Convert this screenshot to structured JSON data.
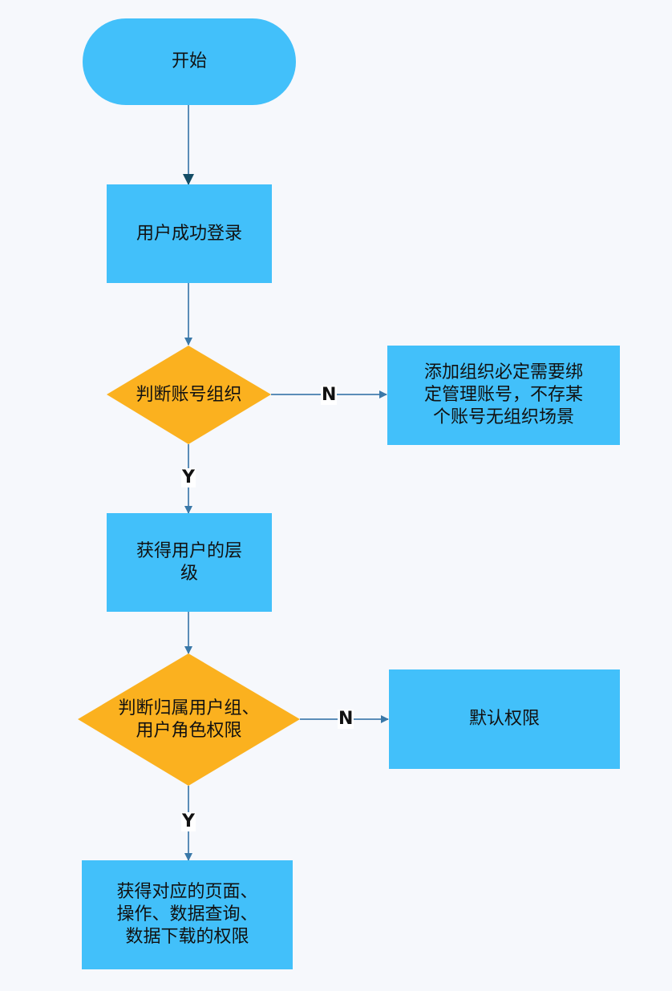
{
  "diagram": {
    "type": "flowchart",
    "colors": {
      "background": "#f6f8fc",
      "process_fill": "#42c0fa",
      "decision_fill": "#fbb11f",
      "connector": "#5b8db8",
      "start_arrow": "#144d66",
      "text": "#111111"
    },
    "nodes": {
      "start": {
        "shape": "terminator",
        "text": "开始"
      },
      "login": {
        "shape": "process",
        "text": "用户成功登录"
      },
      "check_org": {
        "shape": "decision",
        "text": "判断账号组织"
      },
      "org_note": {
        "shape": "process",
        "text": "添加组织必定需要绑\n定管理账号，不存某\n个账号无组织场景"
      },
      "get_level": {
        "shape": "process",
        "text": "获得用户的层\n级"
      },
      "check_group": {
        "shape": "decision",
        "text": "判断归属用户组、\n用户角色权限"
      },
      "default_perm": {
        "shape": "process",
        "text": "默认权限"
      },
      "get_perm": {
        "shape": "process",
        "text": "获得对应的页面、\n操作、数据查询、\n数据下载的权限"
      }
    },
    "edges": [
      {
        "from": "start",
        "to": "login",
        "label": ""
      },
      {
        "from": "login",
        "to": "check_org",
        "label": ""
      },
      {
        "from": "check_org",
        "to": "org_note",
        "label": "N"
      },
      {
        "from": "check_org",
        "to": "get_level",
        "label": "Y"
      },
      {
        "from": "get_level",
        "to": "check_group",
        "label": ""
      },
      {
        "from": "check_group",
        "to": "default_perm",
        "label": "N"
      },
      {
        "from": "check_group",
        "to": "get_perm",
        "label": "Y"
      }
    ]
  }
}
